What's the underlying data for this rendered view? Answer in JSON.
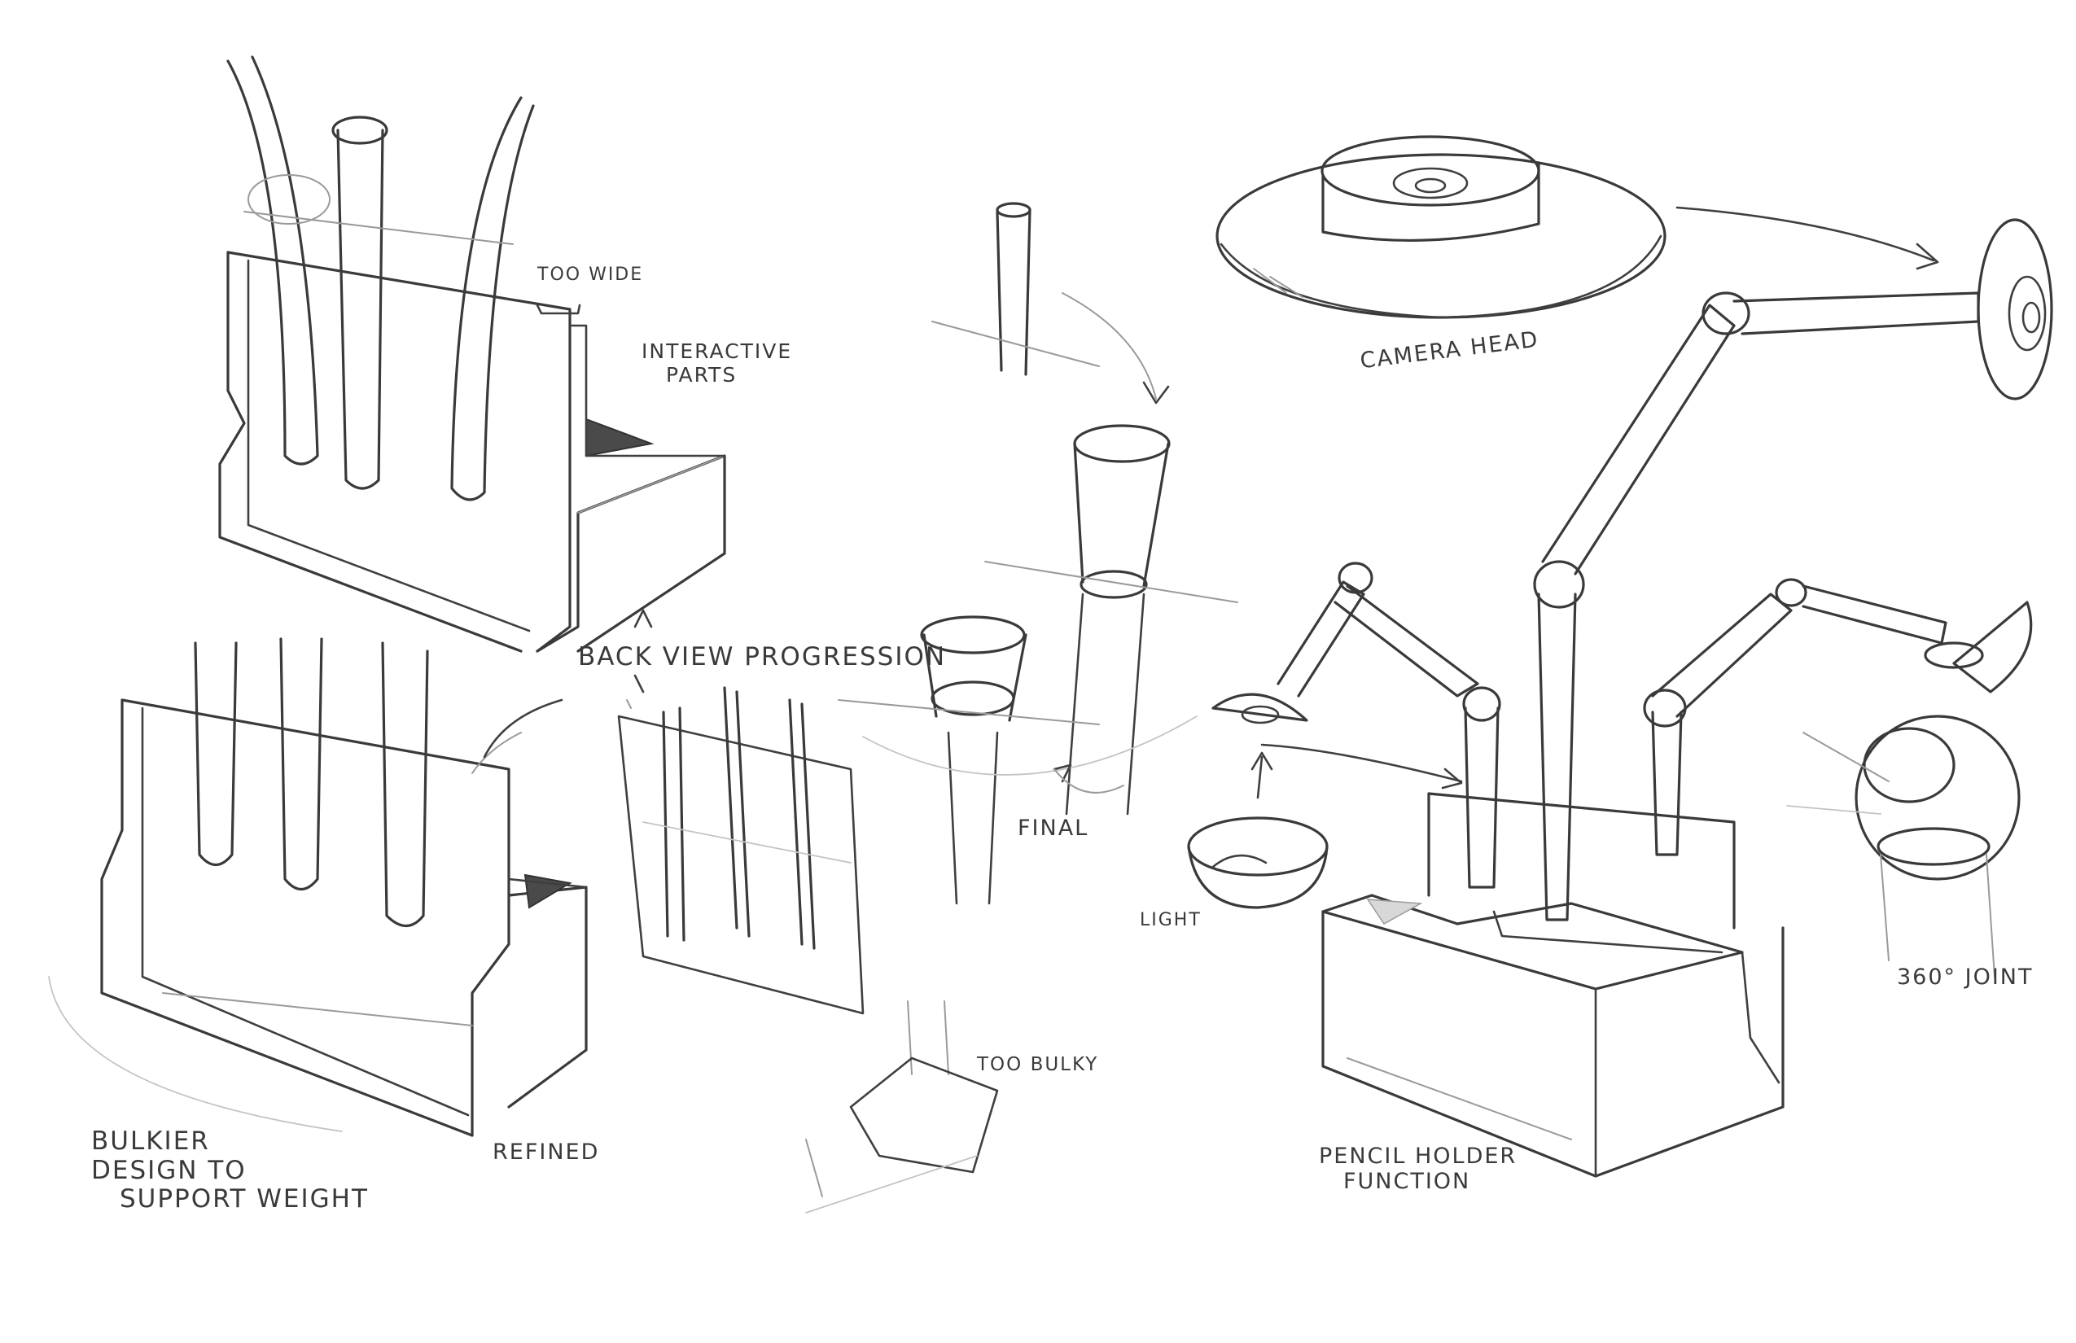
{
  "annotations": {
    "too_wide": "TOO WIDE",
    "interactive_parts": [
      "INTERACTIVE",
      "PARTS"
    ],
    "back_view_progression": "BACK VIEW PROGRESSION",
    "camera_head": "CAMERA HEAD",
    "final": "FINAL",
    "light": "LIGHT",
    "too_bulky": "TOO BULKY",
    "bulkier_design": [
      "BULKIER",
      "DESIGN TO",
      "SUPPORT WEIGHT"
    ],
    "refined": "REFINED",
    "pencil_holder_function": [
      "PENCIL HOLDER",
      "FUNCTION"
    ],
    "joint_360": "360° JOINT"
  }
}
